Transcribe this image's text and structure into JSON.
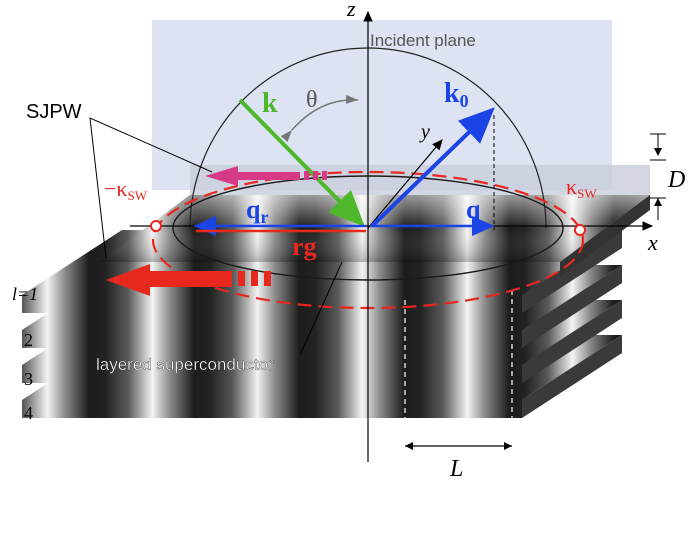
{
  "labels": {
    "z_axis": "z",
    "x_axis": "x",
    "y_axis": "y",
    "incident_plane": "Incident plane",
    "sjpw": "SJPW",
    "theta": "θ",
    "k": "k",
    "k0_base": "k",
    "k0_sub": "0",
    "neg_kappa_prefix": "−κ",
    "kappa_prefix": "κ",
    "kappa_sub": "SW",
    "qr_base": "q",
    "qr_sub": "r",
    "q": "q",
    "rg": "rg",
    "D": "D",
    "L": "L",
    "layered_superconductor": "layered superconductor",
    "layer_1": "l=1",
    "layer_2": "2",
    "layer_3": "3",
    "layer_4": "4"
  },
  "colors": {
    "red": "#e8271f",
    "blue": "#1a44e6",
    "green": "#4cb82a",
    "magenta": "#d63a86",
    "plane": "#dde3f2"
  }
}
